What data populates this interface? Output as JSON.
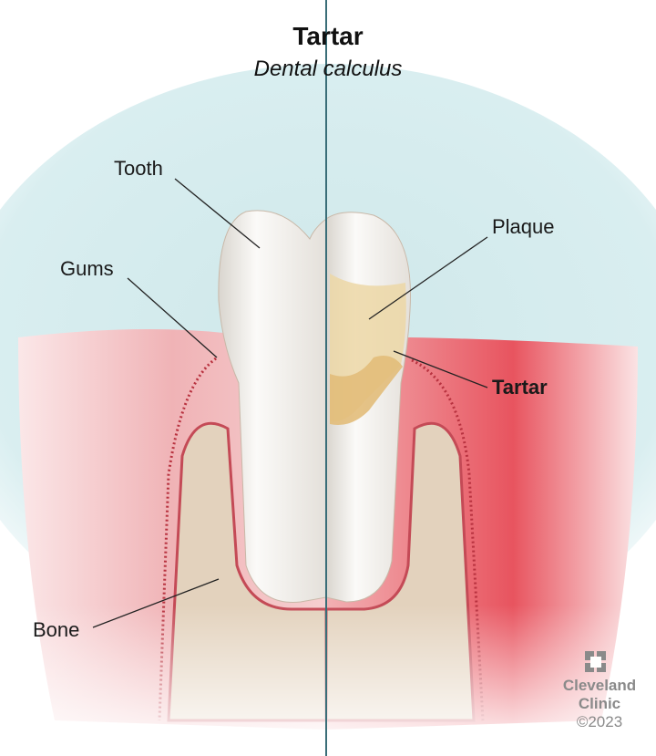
{
  "title": "Tartar",
  "subtitle": "Dental calculus",
  "labels": {
    "tooth": "Tooth",
    "gums": "Gums",
    "bone": "Bone",
    "plaque": "Plaque",
    "tartar": "Tartar"
  },
  "logo": {
    "line1": "Cleveland",
    "line2": "Clinic",
    "copyright": "©2023"
  },
  "colors": {
    "sky": "#cfe8ea",
    "gum": "#d9525f",
    "bone": "#e3d2bd",
    "tooth": "#f4f2ee",
    "plaque": "#ecd7a6",
    "tartar": "#e2bd7a",
    "divider": "#3a6e78"
  }
}
